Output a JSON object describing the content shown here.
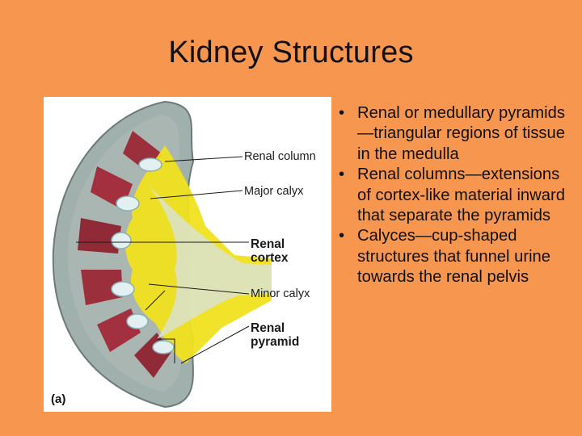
{
  "slide": {
    "title": "Kidney Structures"
  },
  "figure": {
    "panel_tag": "(a)",
    "callouts": {
      "renal_column": "Renal column",
      "major_calyx": "Major calyx",
      "renal_cortex_line1": "Renal",
      "renal_cortex_line2": "cortex",
      "minor_calyx": "Minor calyx",
      "renal_pyramid_line1": "Renal",
      "renal_pyramid_line2": "pyramid"
    }
  },
  "bullets": [
    "Renal or medullary pyramids—triangular regions of tissue in the medulla",
    "Renal columns—extensions of cortex-like material inward that separate the pyramids",
    "Calyces—cup-shaped structures that funnel urine towards the renal pelvis"
  ],
  "colors": {
    "background": "#F7964F",
    "cortex": "#9aa7a5",
    "medulla_pyramid": "#9b2f3c",
    "fat": "#f2e21a"
  }
}
